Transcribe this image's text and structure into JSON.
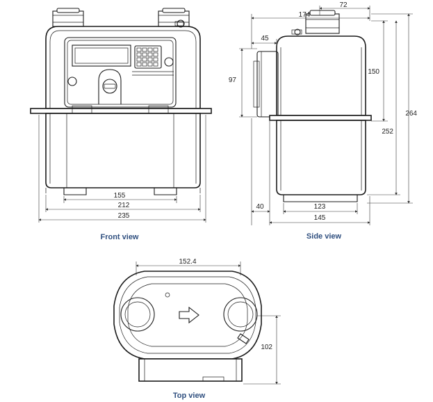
{
  "views": {
    "front": {
      "caption": "Front view",
      "dims": {
        "w_inner": "155",
        "w_mid": "212",
        "w_outer": "235"
      }
    },
    "side": {
      "caption": "Side view",
      "dims": {
        "top_total": "174",
        "top_pipe": "72",
        "offset": "45",
        "height_small": "97",
        "h150": "150",
        "h252": "252",
        "h264": "264",
        "b40": "40",
        "b123": "123",
        "b145": "145"
      }
    },
    "top": {
      "caption": "Top view",
      "dims": {
        "width": "152.4",
        "depth": "102"
      }
    }
  }
}
